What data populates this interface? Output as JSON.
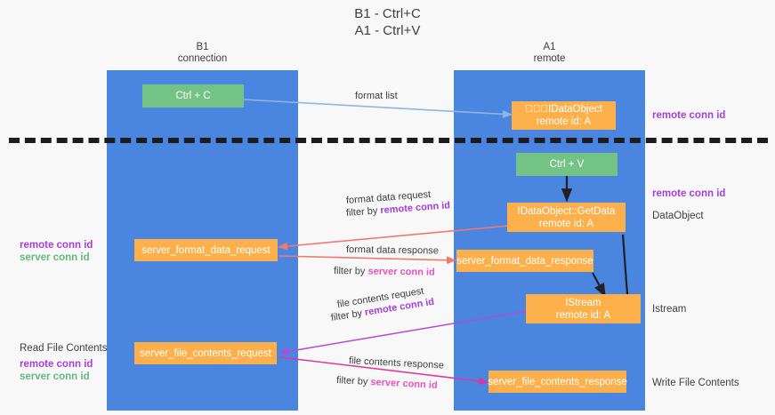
{
  "title": "B1 - Ctrl+C\nA1 - Ctrl+V",
  "lanes": [
    {
      "name": "B1",
      "role": "connection",
      "header": "B1\nconnection"
    },
    {
      "name": "A1",
      "role": "remote",
      "header": "A1\nremote"
    }
  ],
  "nodes": {
    "ctrl_c": {
      "label": "Ctrl + C",
      "color": "#74c386"
    },
    "ctrl_v": {
      "label": "Ctrl + V",
      "color": "#74c386"
    },
    "idataobject": {
      "line1": "\u0000\u0000\u0000IDataObject",
      "line2": "remote id: A",
      "color": "#fbb04c"
    },
    "getdata": {
      "line1": "IDataObject::GetData",
      "line2": "remote id: A",
      "color": "#fbb04c"
    },
    "format_request": {
      "label": "server_format_data_request",
      "color": "#fbb04c"
    },
    "format_response": {
      "label": "server_format_data_response",
      "color": "#fbb04c"
    },
    "istream": {
      "line1": "IStream",
      "line2": "remote id: A",
      "color": "#fbb04c"
    },
    "file_request": {
      "label": "server_file_contents_request",
      "color": "#fbb04c"
    },
    "file_response": {
      "label": "server_file_contents_response",
      "color": "#fbb04c"
    }
  },
  "edge_labels": {
    "format_list": "format list",
    "format_data_request": "format data request",
    "format_data_request_filter_prefix": "filter by ",
    "format_data_request_filter_key": "remote conn id",
    "format_data_response": "format data response",
    "format_data_response_filter_prefix": "filter by ",
    "format_data_response_filter_key": "server conn id",
    "file_contents_request": "file contents request",
    "file_contents_request_filter_prefix": "filter by ",
    "file_contents_request_filter_key": "remote conn id",
    "file_contents_response": "file contents response",
    "file_contents_response_filter_prefix": "filter by ",
    "file_contents_response_filter_key": "server conn id"
  },
  "annotations": {
    "right_remote_conn_top": "remote conn id",
    "right_remote_conn_mid": "remote conn id",
    "right_dataobject": "DataObject",
    "right_istream": "Istream",
    "right_write_file": "Write File Contents",
    "left_remote_conn": "remote conn id",
    "left_server_conn": "server conn id",
    "left_read_file": "Read File Contents",
    "left_remote_conn2": "remote conn id",
    "left_server_conn2": "server conn id"
  },
  "colors": {
    "lane": "#4a86e0",
    "green_node": "#74c386",
    "orange_node": "#fbb04c",
    "purple": "#a63fd9",
    "green_text": "#63b97a",
    "pink": "#e552c0",
    "divider": "#1c1c1c",
    "background": "#f8f8f8",
    "arrow_blue": "#8ab7e8",
    "arrow_red": "#f1796f",
    "arrow_dark": "#202124",
    "arrow_purple": "#b44bd6",
    "arrow_magenta": "#e0359c"
  }
}
